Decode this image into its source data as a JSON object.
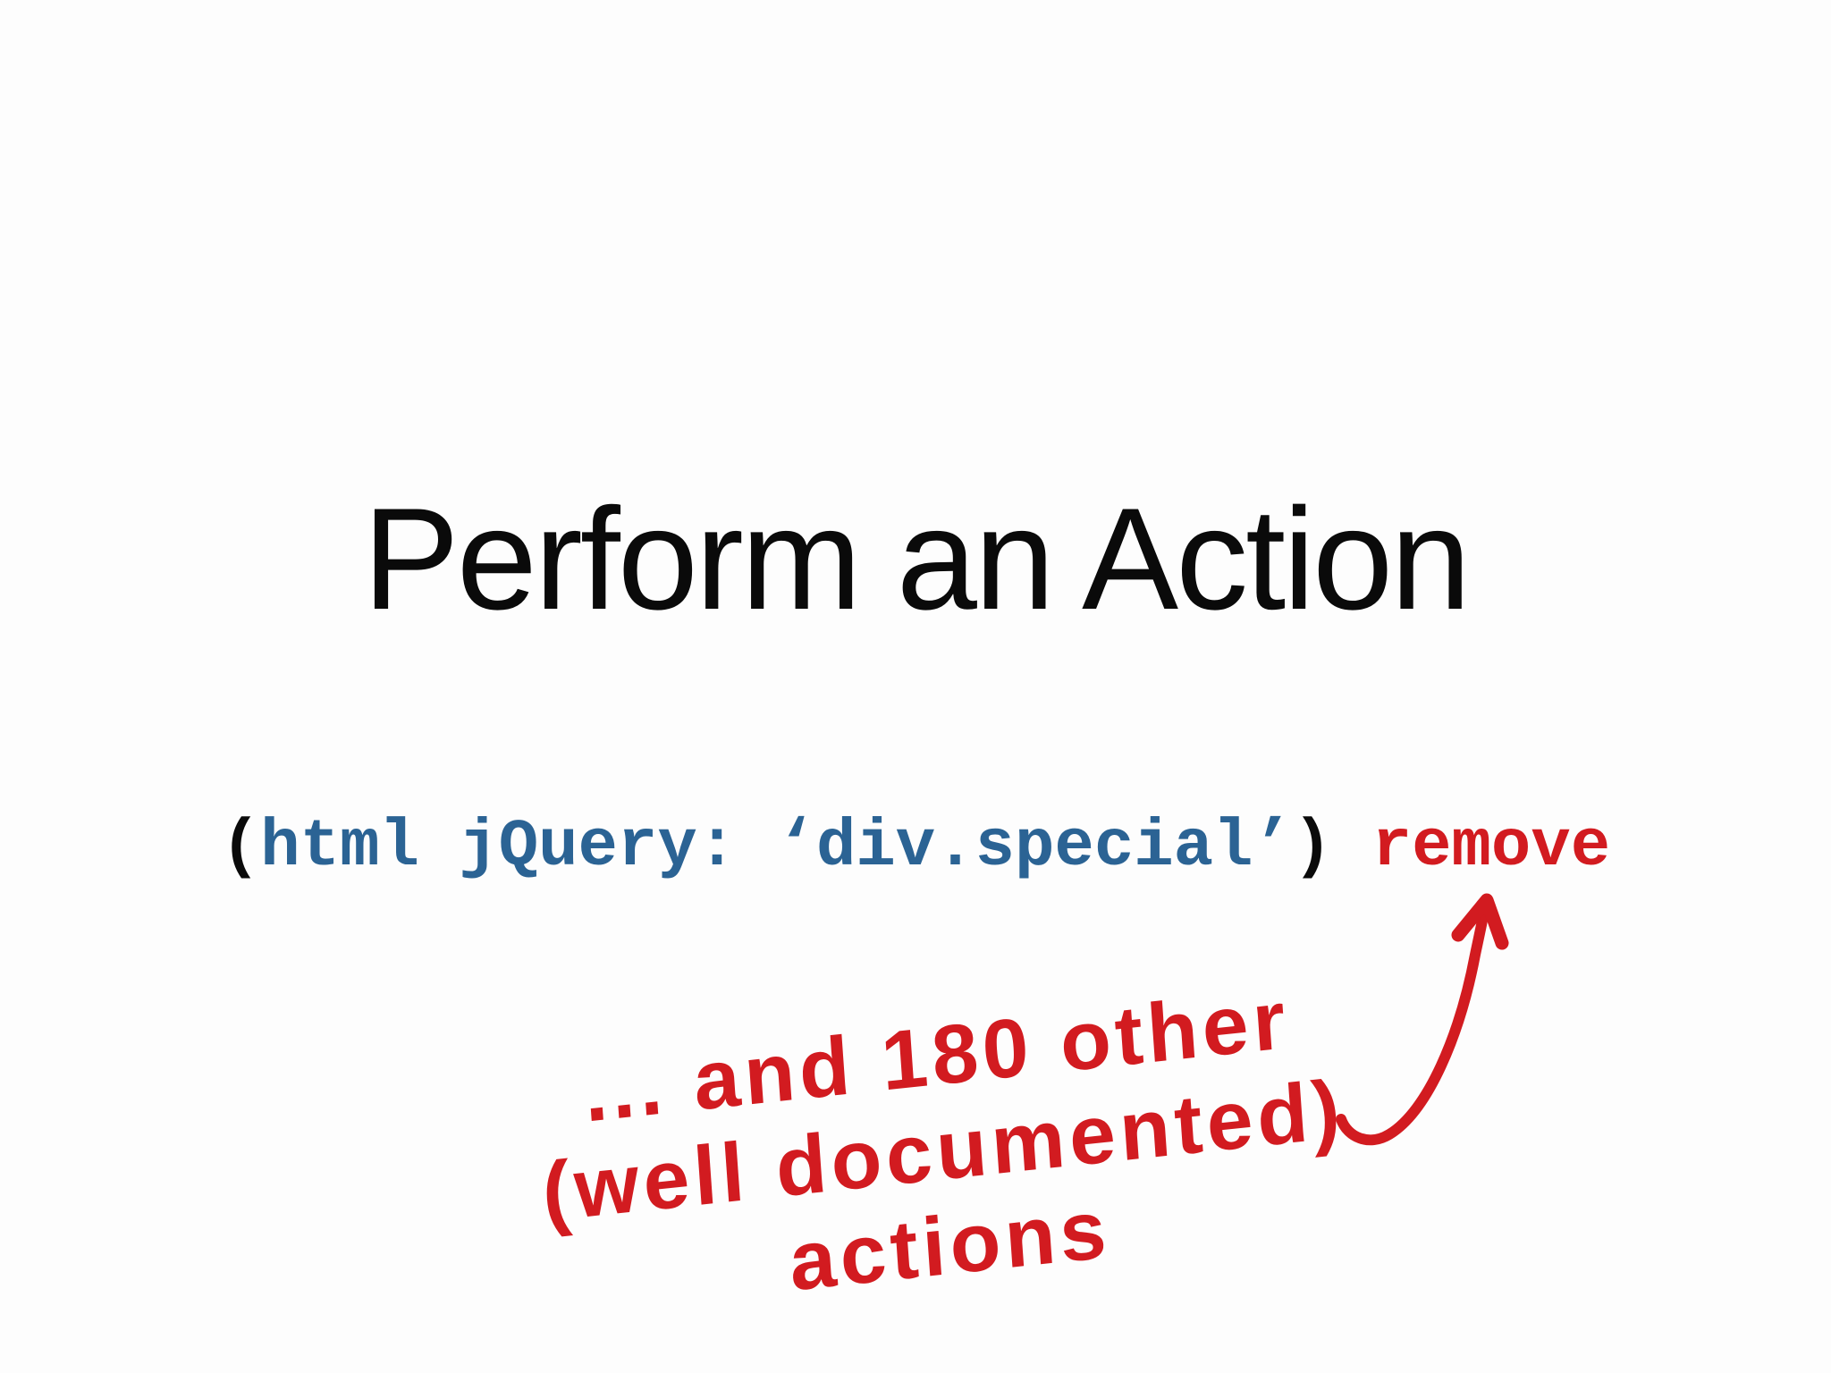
{
  "slide": {
    "title": "Perform an Action",
    "code_line": {
      "open_paren": "(",
      "selector": "html jQuery: ‘div.special’",
      "close_paren": ")",
      "separator": " ",
      "action": "remove"
    },
    "annotation": {
      "lines": [
        "... and 180 other",
        "(well documented)",
        "actions"
      ]
    },
    "colors": {
      "selector_blue": "#2b6394",
      "accent_red": "#d21b20",
      "title_black": "#0a0a0a",
      "background": "#fdfdfd"
    }
  }
}
